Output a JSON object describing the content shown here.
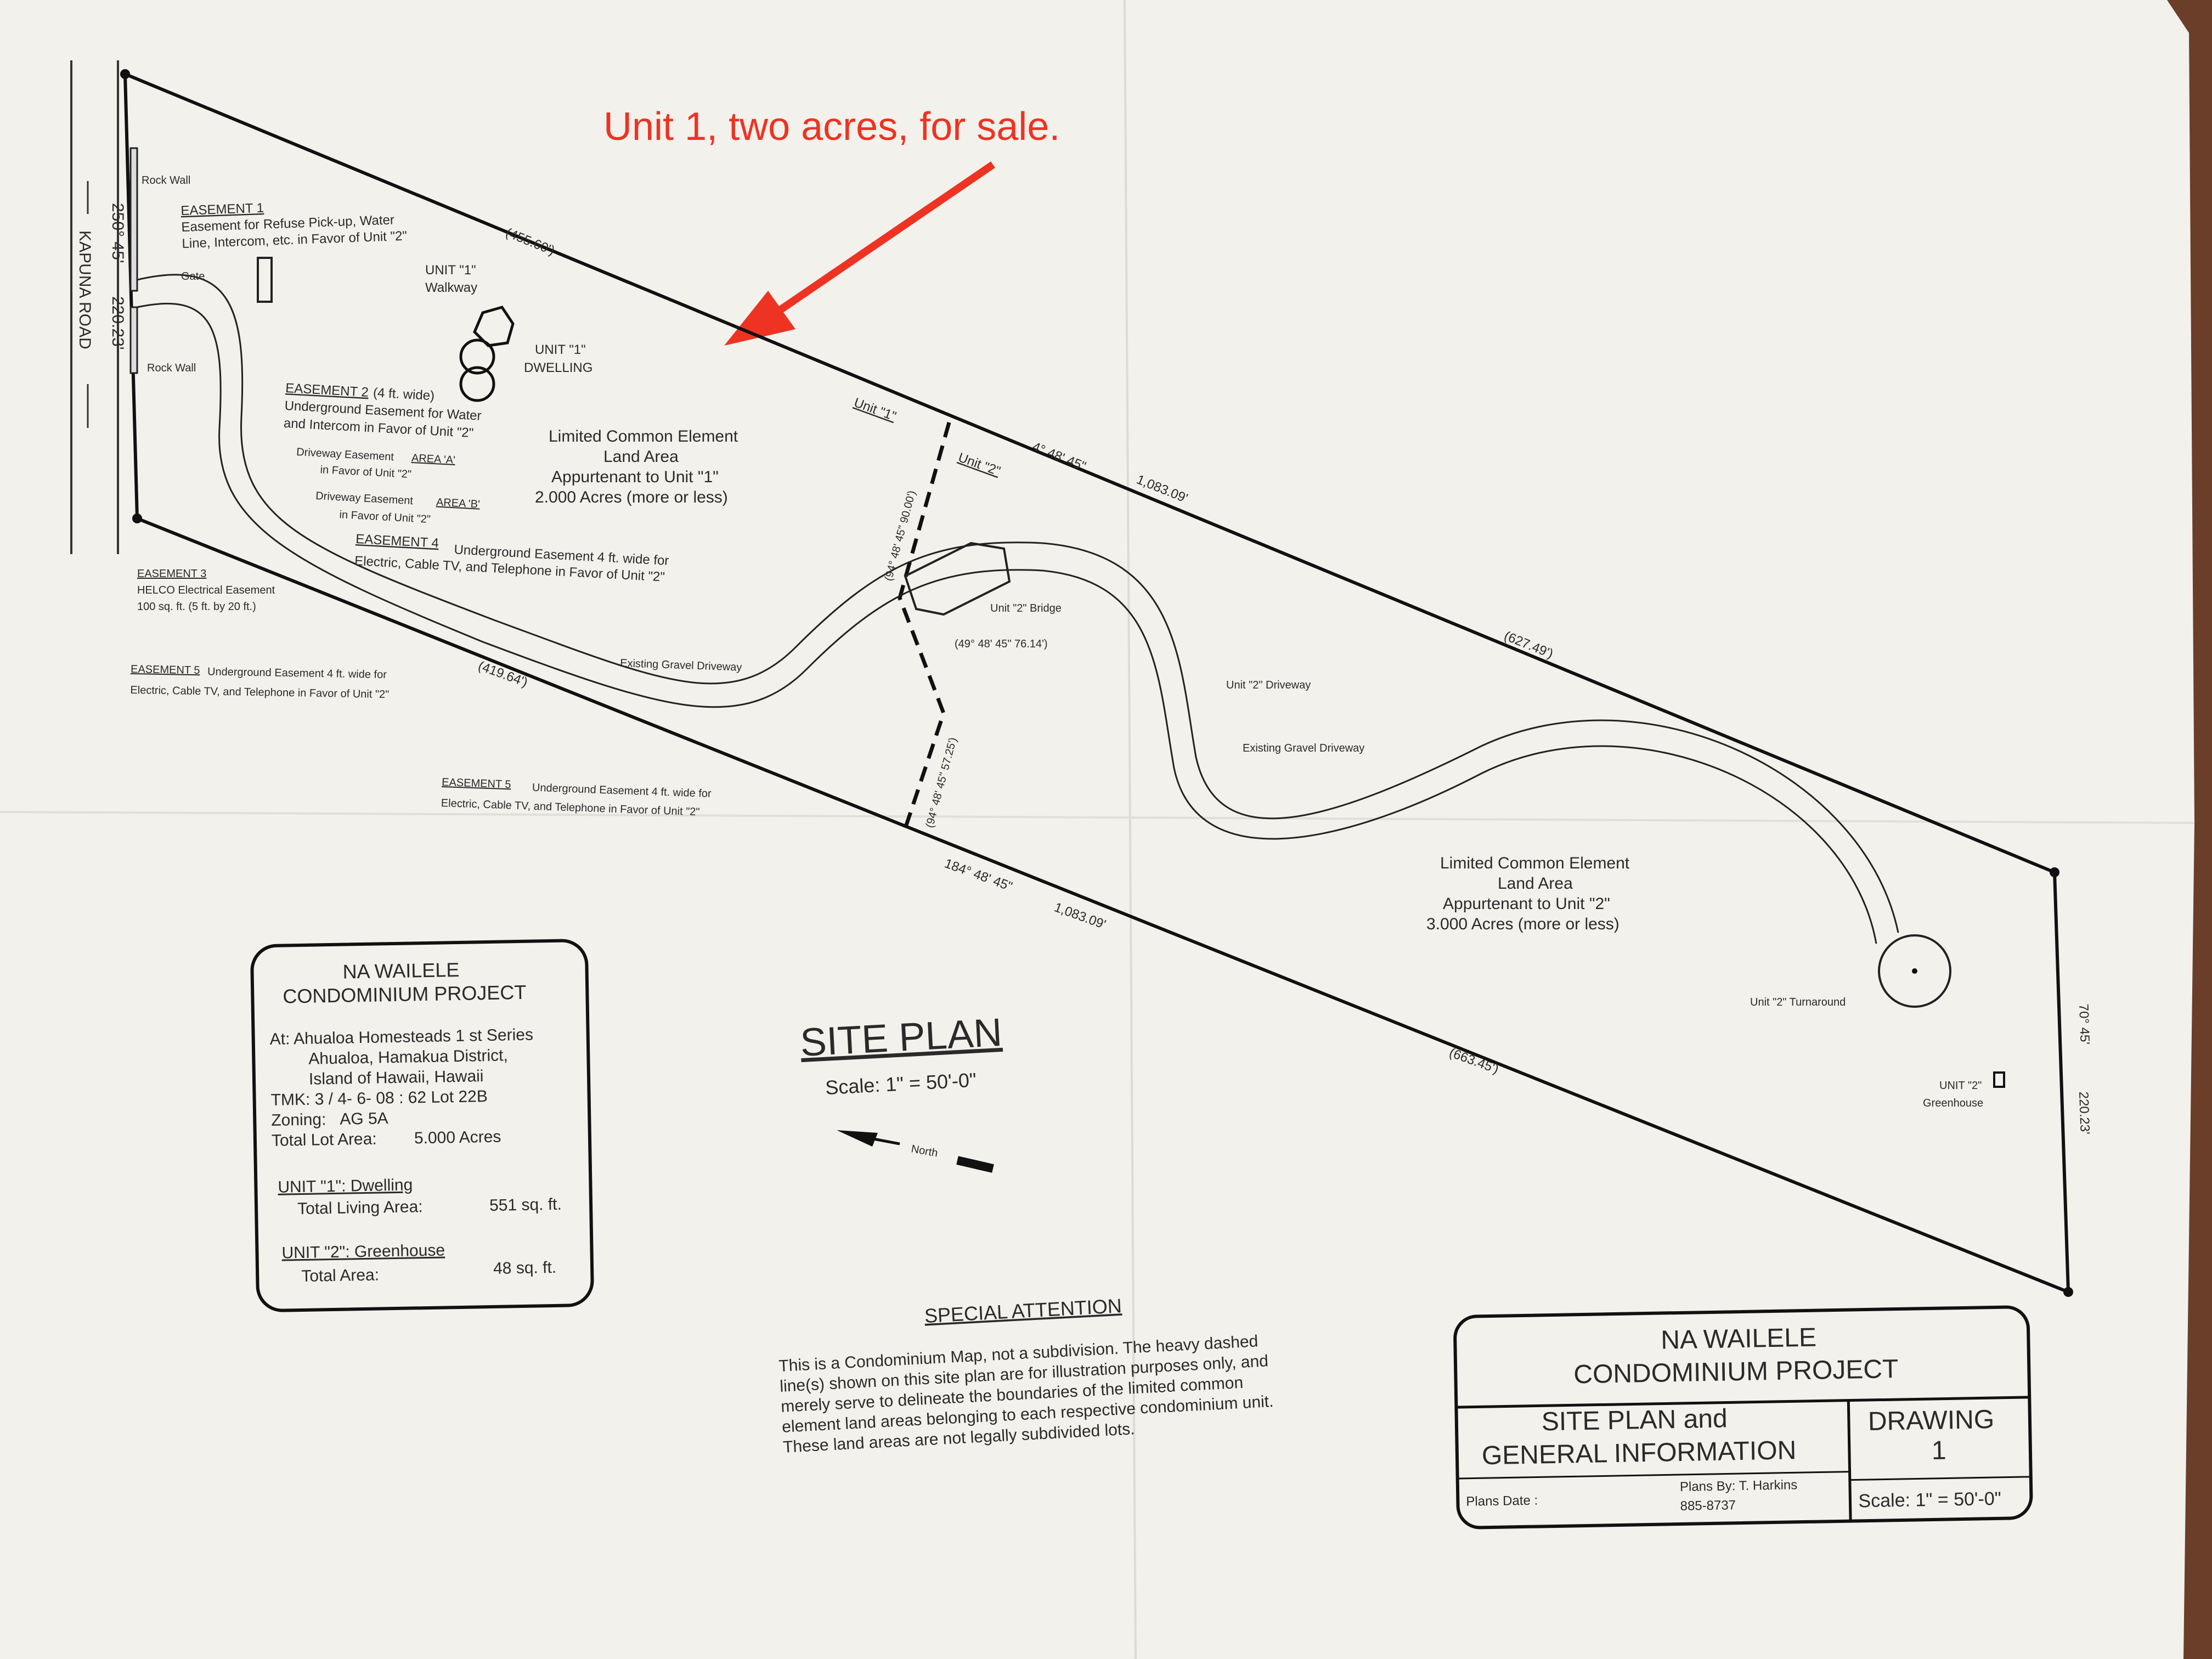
{
  "annotation": {
    "text": "Unit 1, two acres, for sale.",
    "color": "#ee3322"
  },
  "road": {
    "name": "KAPUNA ROAD",
    "bearing_top": "250° 45'",
    "length_top": "220.23'"
  },
  "boundary": {
    "north_top": "(455.60')",
    "bearing_north": "4° 48' 45\"",
    "length_north": "1,083.09'",
    "north_right": "(627.49')",
    "south_left": "(419.64')",
    "bearing_south": "184° 48' 45\"",
    "length_south": "1,083.09'",
    "south_right": "(663.45')",
    "east_bearing": "70° 45'",
    "east_length": "220.23'",
    "divider_top": "(94° 48' 45\" 90.00')",
    "divider_mid": "(49° 48' 45\" 76.14')",
    "divider_bottom": "(94° 48' 45\" 57.25')"
  },
  "labels": {
    "rock_wall_top": "Rock Wall",
    "rock_wall_bottom": "Rock Wall",
    "gate": "Gate",
    "easement1_title": "EASEMENT 1",
    "easement1_l1": "Easement for Refuse Pick-up, Water",
    "easement1_l2": "Line, Intercom, etc. in Favor of Unit \"2\"",
    "unit1_walkway_l1": "UNIT \"1\"",
    "unit1_walkway_l2": "Walkway",
    "unit1_dwelling_l1": "UNIT \"1\"",
    "unit1_dwelling_l2": "DWELLING",
    "easement2_title": "EASEMENT 2",
    "easement2_wide": "(4 ft. wide)",
    "easement2_l1": "Underground Easement for Water",
    "easement2_l2": "and Intercom in Favor of Unit \"2\"",
    "drivewayA_l1": "Driveway Easement",
    "drivewayA_area": "AREA 'A'",
    "drivewayA_l2": "in Favor of Unit \"2\"",
    "drivewayB_l1": "Driveway Easement",
    "drivewayB_area": "AREA 'B'",
    "drivewayB_l2": "in Favor of Unit \"2\"",
    "easement4_title": "EASEMENT 4",
    "easement4_l1": "Underground Easement 4 ft. wide for",
    "easement4_l2": "Electric, Cable TV, and Telephone in Favor of Unit \"2\"",
    "easement3_title": "EASEMENT 3",
    "easement3_l1": "HELCO Electrical Easement",
    "easement3_l2": "100 sq. ft. (5 ft. by 20 ft.)",
    "easement5a_title": "EASEMENT 5",
    "easement5a_l1": "Underground Easement 4 ft. wide for",
    "easement5a_l2": "Electric, Cable TV, and Telephone in Favor of Unit \"2\"",
    "easement5b_title": "EASEMENT 5",
    "easement5b_l1": "Underground Easement 4 ft. wide for",
    "easement5b_l2": "Electric, Cable TV, and Telephone in Favor of Unit \"2\"",
    "existing_gravel_1": "Existing Gravel Driveway",
    "existing_gravel_2": "Existing Gravel Driveway",
    "lce1_l1": "Limited Common Element",
    "lce1_l2": "Land Area",
    "lce1_l3": "Appurtenant to Unit \"1\"",
    "lce1_l4": "2.000 Acres (more or less)",
    "unit1_side": "Unit \"1\"",
    "unit2_side": "Unit \"2\"",
    "unit2_bridge": "Unit \"2\" Bridge",
    "unit2_driveway": "Unit \"2\" Driveway",
    "lce2_l1": "Limited Common Element",
    "lce2_l2": "Land Area",
    "lce2_l3": "Appurtenant to Unit \"2\"",
    "lce2_l4": "3.000 Acres (more or less)",
    "unit2_turnaround": "Unit \"2\" Turnaround",
    "unit2_greenhouse_l1": "UNIT \"2\"",
    "unit2_greenhouse_l2": "Greenhouse",
    "north": "North"
  },
  "site_plan": {
    "title": "SITE PLAN",
    "scale": "Scale: 1\" = 50'-0\""
  },
  "info_box": {
    "title_l1": "NA WAILELE",
    "title_l2": "CONDOMINIUM PROJECT",
    "at_l1": "At: Ahualoa Homesteads 1 st Series",
    "at_l2": "Ahualoa, Hamakua District,",
    "at_l3": "Island of Hawaii, Hawaii",
    "tmk": "TMK: 3 / 4- 6- 08 : 62 Lot 22B",
    "zoning_label": "Zoning:",
    "zoning_value": "AG 5A",
    "total_lot_label": "Total Lot Area:",
    "total_lot_value": "5.000 Acres",
    "unit1_heading": "UNIT \"1\": Dwelling",
    "unit1_area_label": "Total Living Area:",
    "unit1_area_value": "551 sq. ft.",
    "unit2_heading": "UNIT \"2\": Greenhouse",
    "unit2_area_label": "Total Area:",
    "unit2_area_value": "48 sq. ft."
  },
  "special_attention": {
    "title": "SPECIAL ATTENTION",
    "l1": "This is a Condominium Map, not a subdivision. The heavy dashed",
    "l2": "line(s) shown on this site plan are for illustration purposes only, and",
    "l3": "merely serve to delineate the boundaries of the limited common",
    "l4": "element land areas belonging to each respective condominium unit.",
    "l5": "These land areas are not legally subdivided lots."
  },
  "title_block": {
    "project_l1": "NA WAILELE",
    "project_l2": "CONDOMINIUM PROJECT",
    "sheet_l1": "SITE PLAN and",
    "sheet_l2": "GENERAL INFORMATION",
    "drawing_label": "DRAWING",
    "drawing_number": "1",
    "plans_date": "Plans Date :",
    "plans_by": "Plans By: T. Harkins",
    "phone": "885-8737",
    "scale": "Scale: 1\" = 50'-0\""
  }
}
